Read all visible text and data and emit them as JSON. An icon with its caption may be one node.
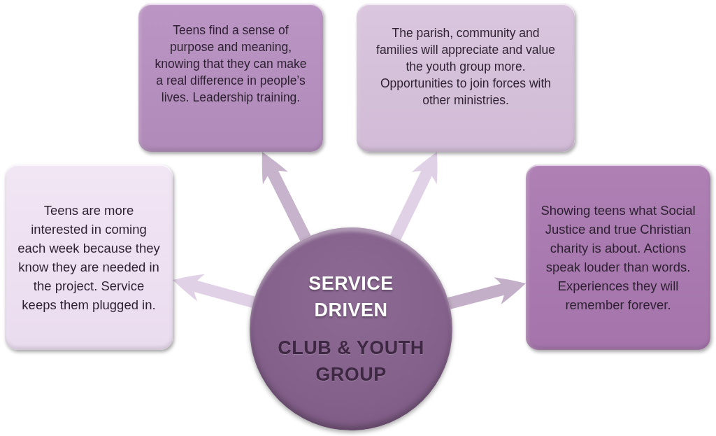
{
  "diagram": {
    "nodes": [
      {
        "text": [
          "Teens find a sense of purpose and meaning, knowing that they can make a real difference in people’s lives. Leadership training."
        ]
      },
      {
        "text": [
          "The parish, community and families will appreciate and value the youth group more. Opportunities to join forces with other ministries."
        ]
      },
      {
        "text": [
          "Teens are more interested in coming each week because they know they are needed in the project. Service keeps them plugged in."
        ]
      },
      {
        "text": [
          "Showing teens what Social Justice and true Christian charity is about. Actions speak louder than words. Experiences they will remember forever."
        ]
      },
      {
        "text": [
          "SERVICE DRIVEN",
          "CLUB & YOUTH GROUP"
        ]
      }
    ],
    "edges": [
      {
        "from": 4,
        "to": 0,
        "arrow": "to",
        "color": "#c7b3cb"
      },
      {
        "from": 4,
        "to": 1,
        "arrow": "to",
        "color": "#e1d1e7"
      },
      {
        "from": 4,
        "to": 2,
        "arrow": "to",
        "color": "#e1d1e7"
      },
      {
        "from": 4,
        "to": 3,
        "arrow": "to",
        "color": "#c4afc8"
      }
    ]
  }
}
